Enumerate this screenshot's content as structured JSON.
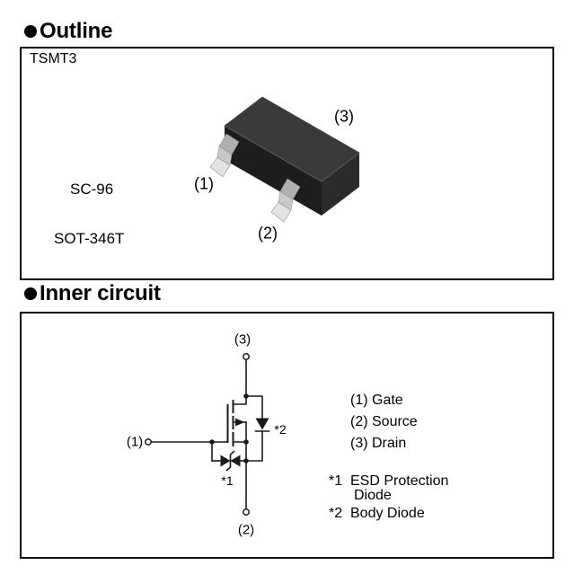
{
  "colors": {
    "text": "#000000",
    "border": "#000000",
    "circuit_line": "#1a1a1a",
    "pkg_body_top": "#3a3a3a",
    "pkg_body_front": "#1d1d1d",
    "pkg_body_side": "#2b2b2b",
    "pkg_edge_highlight": "#555555",
    "pkg_lead_bright": "#e3e3e3",
    "pkg_lead_light": "#c9c9c9",
    "pkg_lead_mid": "#b0b0b0"
  },
  "outline": {
    "header": "Outline",
    "package_type": "TSMT3",
    "package_code_1": "SC-96",
    "package_code_2": "SOT-346T",
    "pin_labels": {
      "pin1": "(1)",
      "pin2": "(2)",
      "pin3": "(3)"
    }
  },
  "inner_circuit": {
    "header": "Inner circuit",
    "terminal_labels": {
      "t1": "(1)",
      "t2": "(2)",
      "t3": "(3)"
    },
    "note_marks": {
      "n1": "*1",
      "n2": "*2"
    },
    "legend": {
      "pin_functions": [
        "(1) Gate",
        "(2) Source",
        "(3) Drain"
      ],
      "note1_mark": "*1",
      "note1_line1": "ESD Protection",
      "note1_line2": "Diode",
      "note2_mark": "*2",
      "note2_text": "Body Diode"
    }
  }
}
